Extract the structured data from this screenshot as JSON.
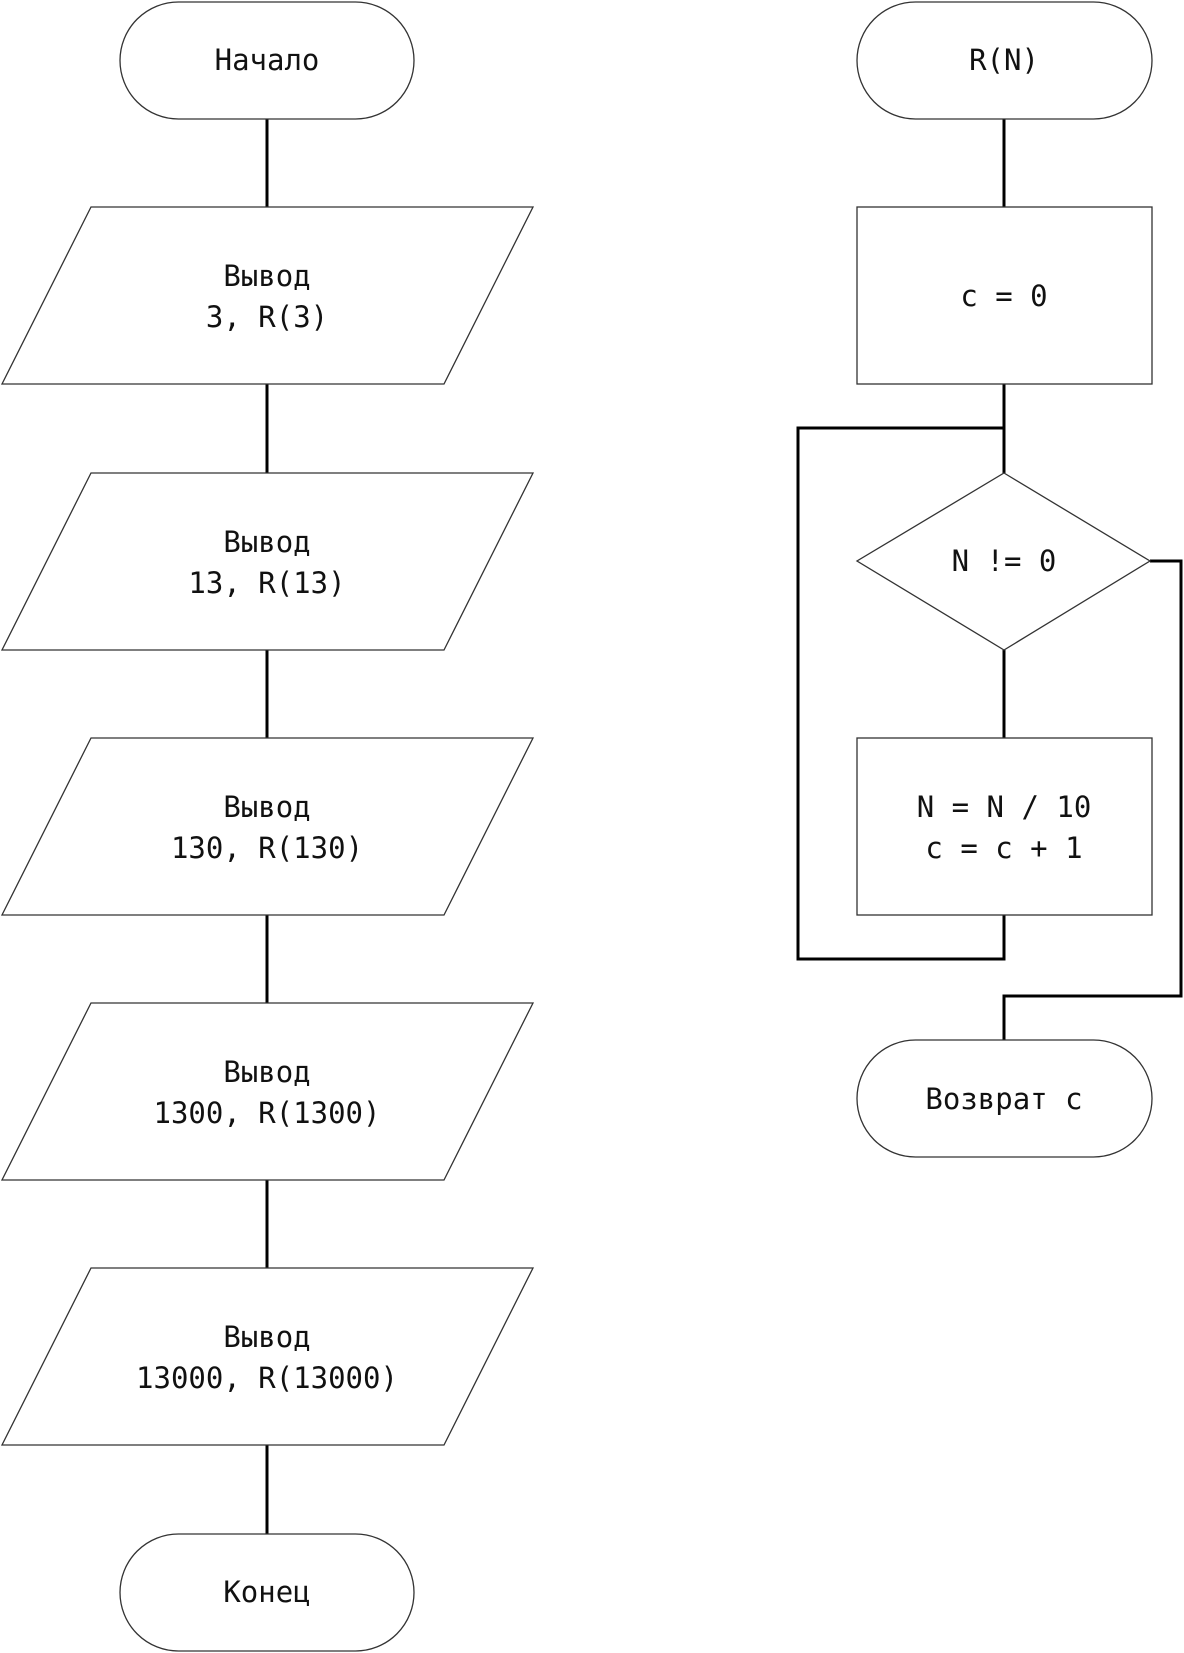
{
  "main": {
    "start": "Начало",
    "outputs": [
      {
        "line1": "Вывод",
        "line2": "3, R(3)"
      },
      {
        "line1": "Вывод",
        "line2": "13, R(13)"
      },
      {
        "line1": "Вывод",
        "line2": "130, R(130)"
      },
      {
        "line1": "Вывод",
        "line2": "1300, R(1300)"
      },
      {
        "line1": "Вывод",
        "line2": "13000, R(13000)"
      }
    ],
    "end": "Конец"
  },
  "func": {
    "start": "R(N)",
    "init": "c = 0",
    "condition": "N != 0",
    "body_line1": "N = N / 10",
    "body_line2": "c = c + 1",
    "return": "Возврат c"
  }
}
